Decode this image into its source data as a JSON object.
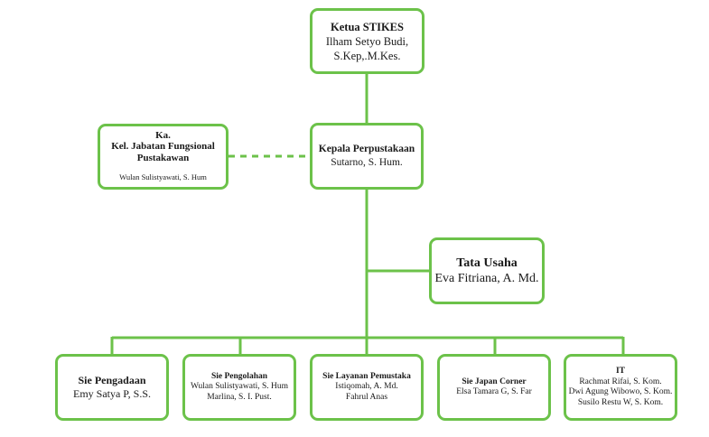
{
  "chart": {
    "ketua": {
      "title": "Ketua STIKES",
      "name_line1": "Ilham Setyo Budi,",
      "name_line2": "S.Kep,.M.Kes."
    },
    "kepala": {
      "title": "Kepala Perpustakaan",
      "name": "Sutarno, S. Hum."
    },
    "kelompok_fungsional": {
      "title_line1": "Ka.",
      "title_line2": "Kel. Jabatan Fungsional",
      "title_line3": "Pustakawan",
      "name": "Wulan Sulistyawati, S. Hum"
    },
    "tata_usaha": {
      "title": "Tata Usaha",
      "name": "Eva Fitriana, A. Md."
    },
    "sections": [
      {
        "title": "Sie Pengadaan",
        "members": [
          "Emy Satya P, S.S."
        ]
      },
      {
        "title": "Sie Pengolahan",
        "members": [
          "Wulan Sulistyawati, S. Hum",
          "Marlina, S. I. Pust."
        ]
      },
      {
        "title": "Sie Layanan Pemustaka",
        "members": [
          "Istiqomah, A. Md.",
          "Fahrul Anas"
        ]
      },
      {
        "title": "Sie Japan Corner",
        "members": [
          "Elsa Tamara G, S. Far"
        ]
      },
      {
        "title": "IT",
        "members": [
          "Rachmat Rifai, S. Kom.",
          "Dwi Agung Wibowo, S. Kom.",
          "Susilo Restu W, S. Kom."
        ]
      }
    ],
    "colors": {
      "accent": "#6cc24a",
      "text": "#1a1a1a"
    }
  }
}
